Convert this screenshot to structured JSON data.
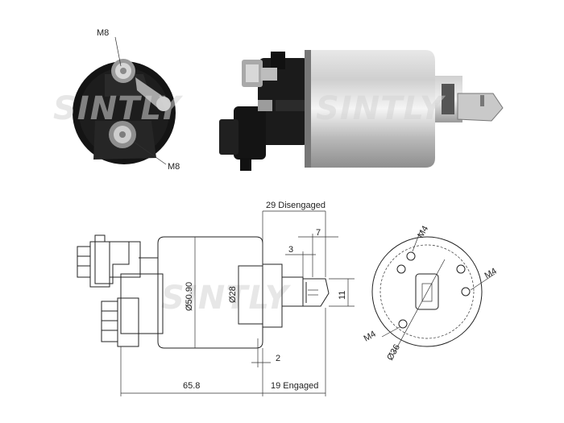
{
  "watermark": "SINTLY",
  "photo_labels": {
    "terminal_top": "M8",
    "terminal_bottom": "M8"
  },
  "dimensions": {
    "disengaged": "29 Disengaged",
    "engaged": "19 Engaged",
    "overall_length": "65.8",
    "body_diameter": "Ø50.90",
    "plunger_diameter": "Ø28",
    "dim_7": "7",
    "dim_3": "3",
    "dim_2": "2",
    "tab_width": "11"
  },
  "end_view": {
    "hole_top": "M4",
    "hole_right": "M4",
    "hole_left": "M4",
    "bolt_circle": "Ø36"
  }
}
